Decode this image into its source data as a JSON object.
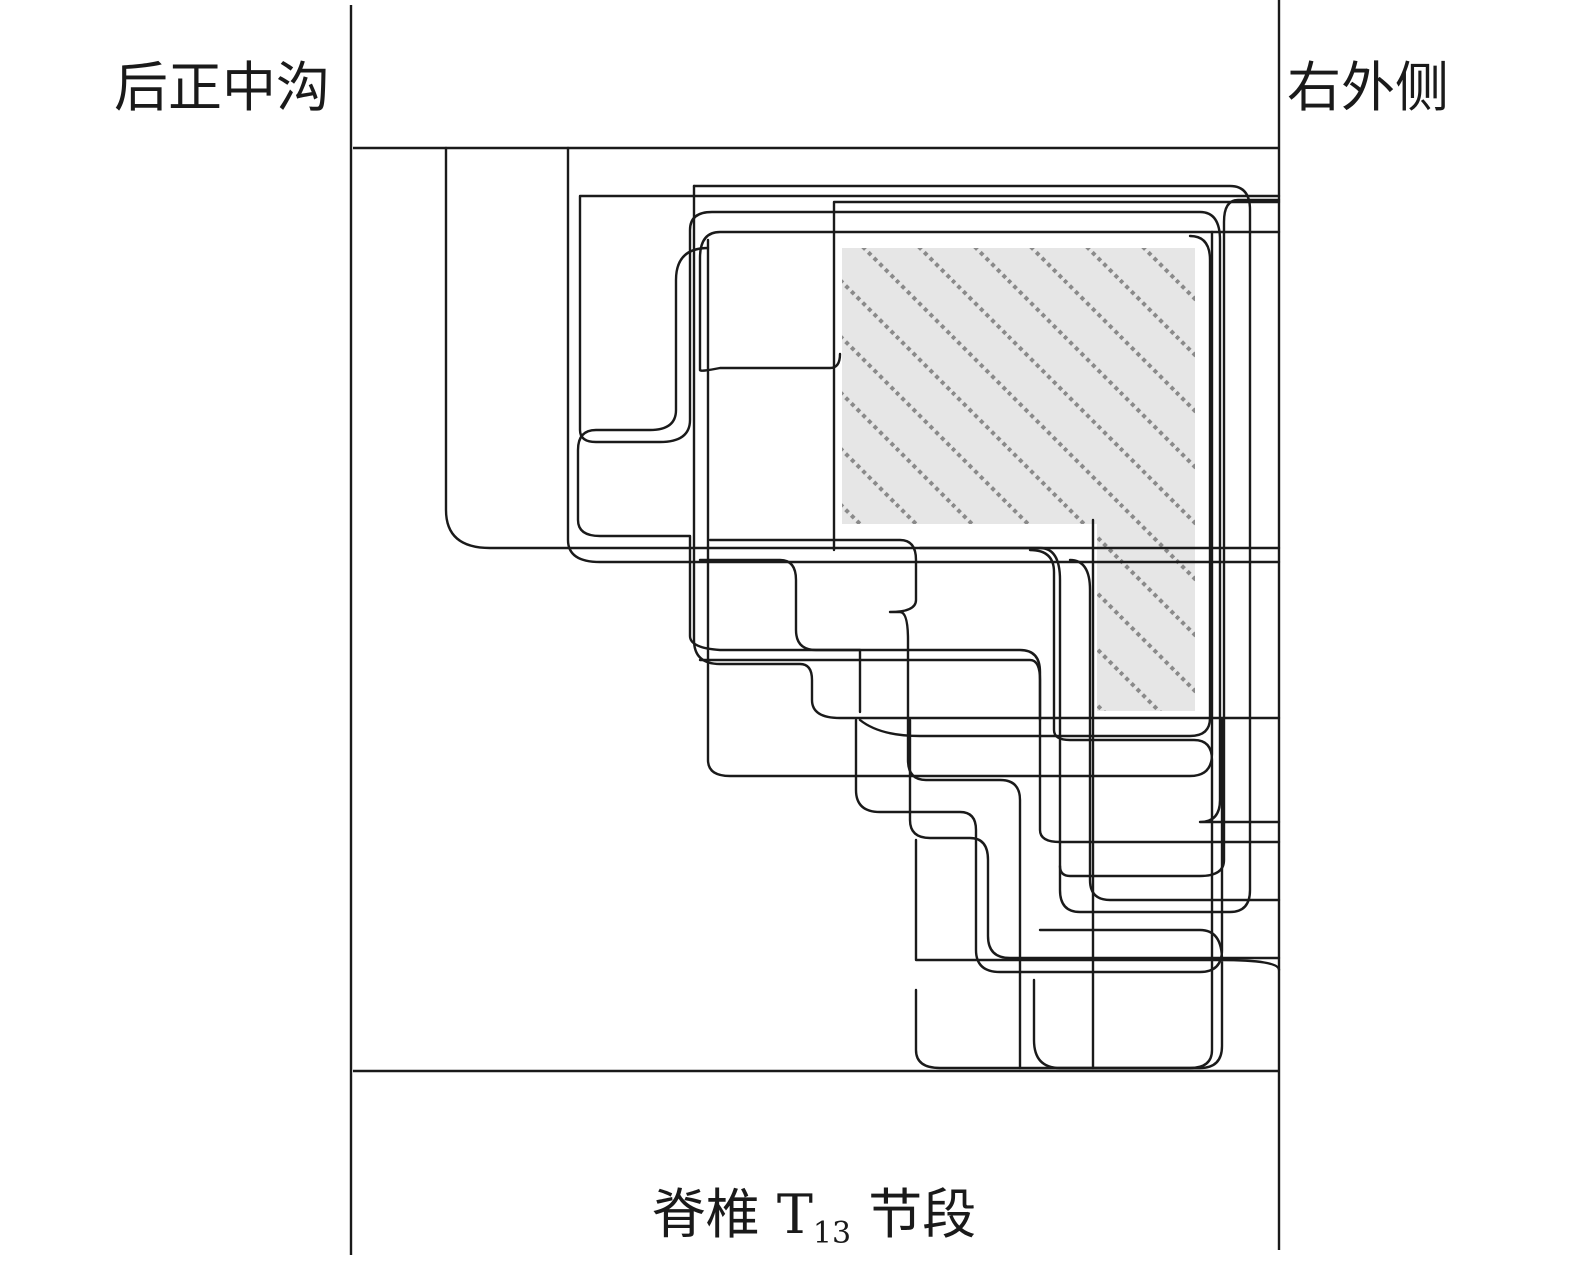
{
  "labels": {
    "left": "后正中沟",
    "right": "右外侧",
    "bottom_prefix": "脊椎 T",
    "bottom_sub": "13",
    "bottom_suffix": " 节段"
  },
  "colors": {
    "line": "#1a1a1a",
    "hatch_fill": "#e6e6e6",
    "hatch_stroke": "#8a8a8a"
  }
}
